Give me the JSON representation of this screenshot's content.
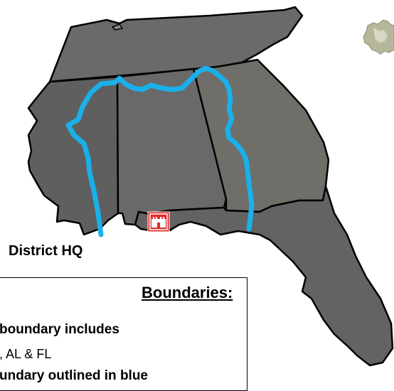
{
  "map": {
    "hq_label": "District HQ",
    "colors": {
      "state_fill": "#6a6a6a",
      "state_fill_dark": "#555555",
      "state_fill_georgia": "#6f6e68",
      "border": "#000000",
      "boundary": "#1ab0ea",
      "logo_red": "#e12a2a"
    },
    "icons": [
      "usace-castle-logo-icon",
      "inset-map-icon"
    ]
  },
  "legend": {
    "title": "Boundaries:",
    "line1": " boundary includes",
    "line2": ", AL & FL",
    "line3": "undary outlined in blue"
  }
}
